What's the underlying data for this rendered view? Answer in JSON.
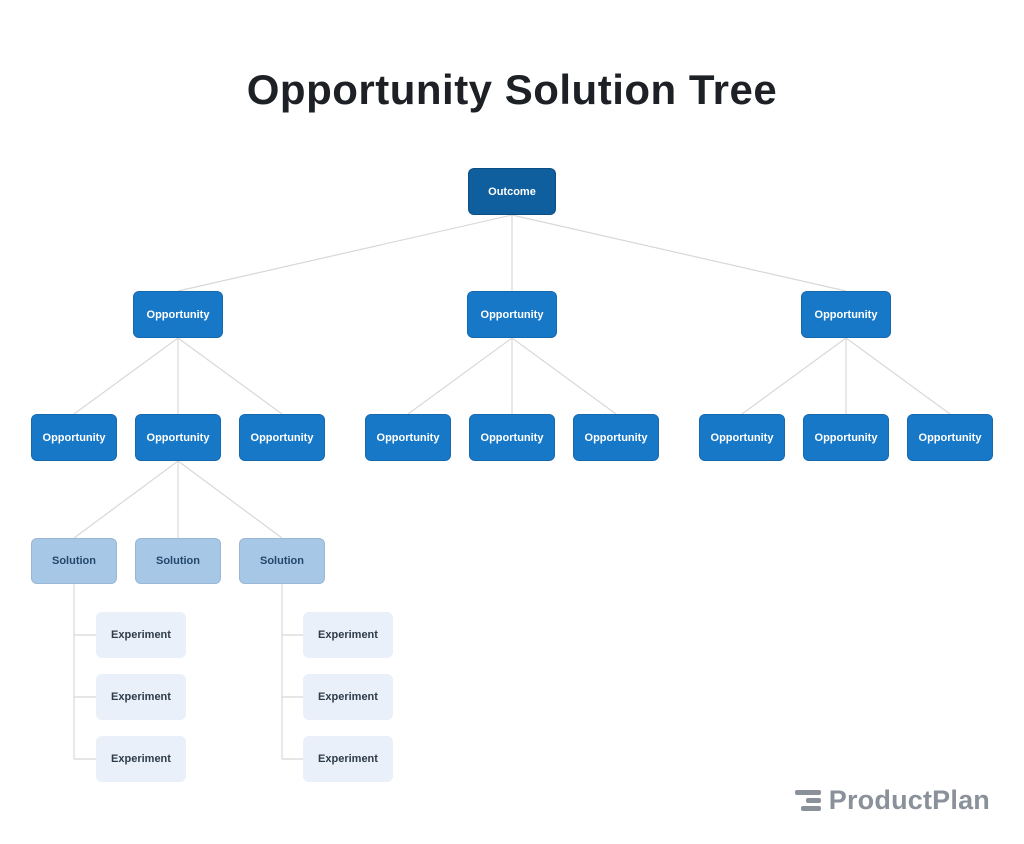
{
  "title": "Opportunity Solution Tree",
  "brand": "ProductPlan",
  "colors": {
    "outcome": "#0f5f9f",
    "opportunity": "#1878c8",
    "solution": "#a7c7e6",
    "experiment": "#e9f0f9",
    "line": "#d8d8d8"
  },
  "tree": {
    "outcome": "Outcome",
    "level2": [
      "Opportunity",
      "Opportunity",
      "Opportunity"
    ],
    "level3": [
      "Opportunity",
      "Opportunity",
      "Opportunity",
      "Opportunity",
      "Opportunity",
      "Opportunity",
      "Opportunity",
      "Opportunity",
      "Opportunity"
    ],
    "solutions": [
      "Solution",
      "Solution",
      "Solution"
    ],
    "experiments": [
      "Experiment",
      "Experiment",
      "Experiment",
      "Experiment",
      "Experiment",
      "Experiment"
    ]
  }
}
